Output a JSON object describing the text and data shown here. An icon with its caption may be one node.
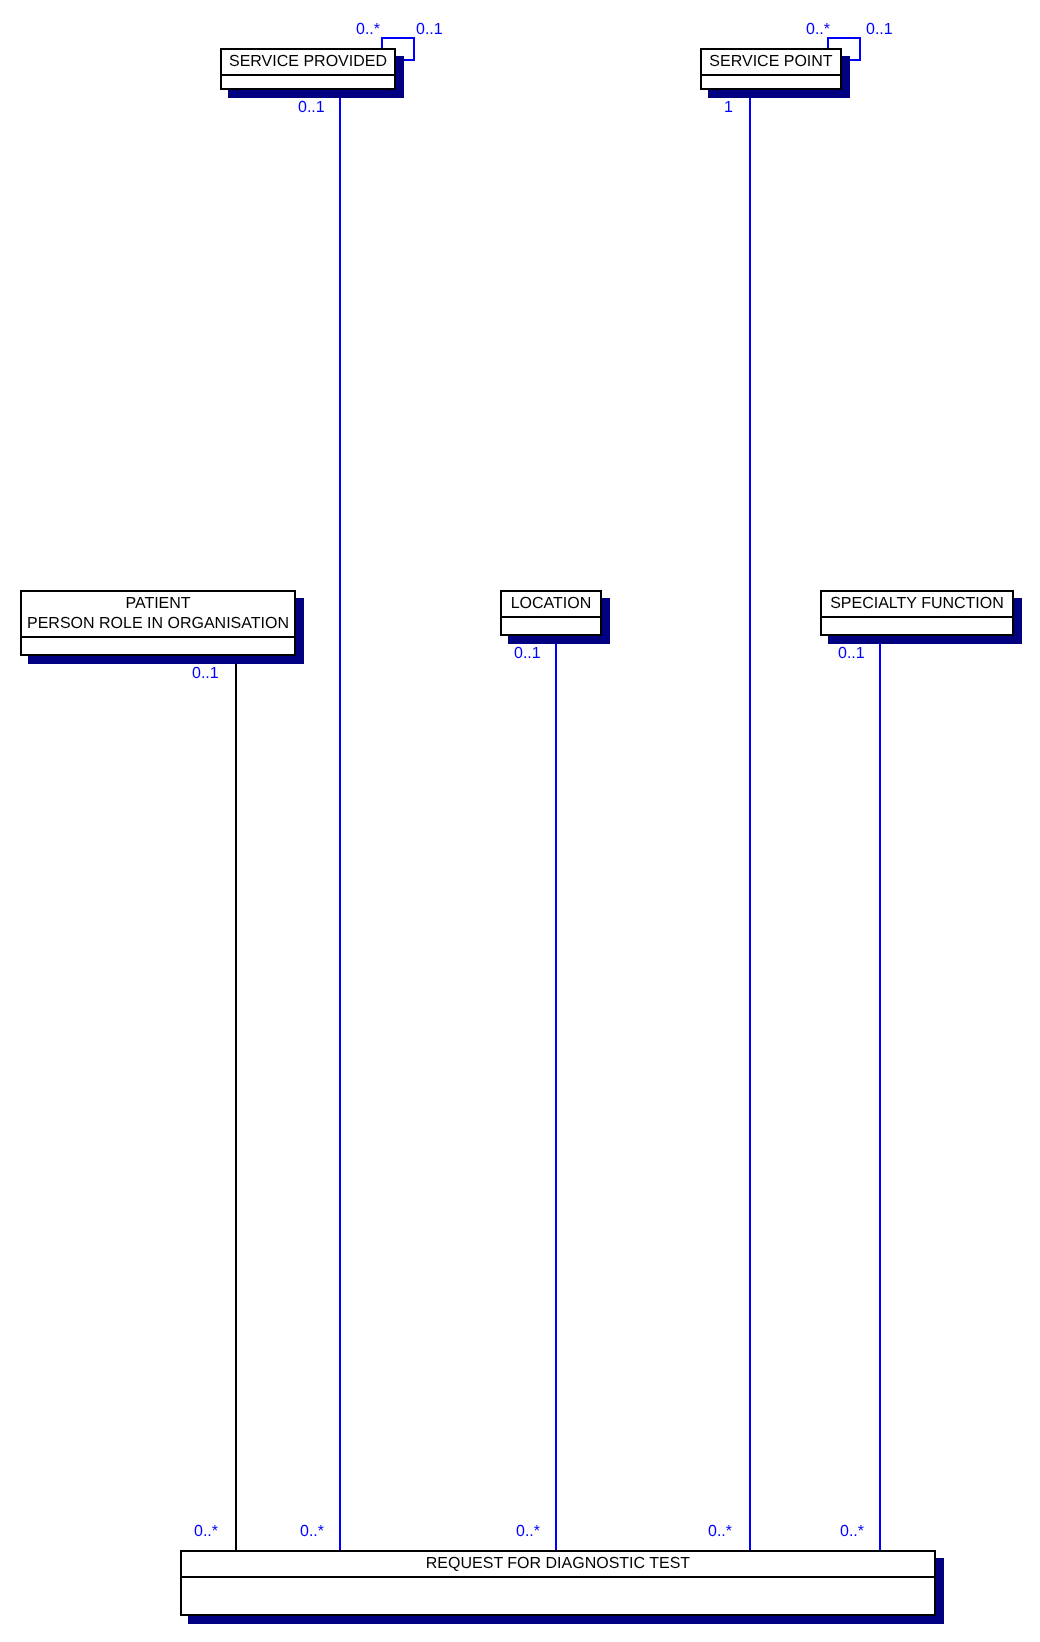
{
  "diagram": {
    "nodes": [
      {
        "text": [
          "SERVICE PROVIDED"
        ]
      },
      {
        "text": [
          "SERVICE POINT"
        ]
      },
      {
        "text": [
          "PATIENT",
          "PERSON ROLE IN ORGANISATION"
        ]
      },
      {
        "text": [
          "LOCATION"
        ]
      },
      {
        "text": [
          "SPECIALTY FUNCTION"
        ]
      },
      {
        "text": [
          "REQUEST FOR DIAGNOSTIC TEST"
        ]
      }
    ],
    "edges": [
      {
        "from": 0,
        "to": 0,
        "arrow": "none"
      },
      {
        "from": 1,
        "to": 1,
        "arrow": "none"
      },
      {
        "from": 0,
        "to": 5,
        "arrow": "none"
      },
      {
        "from": 1,
        "to": 5,
        "arrow": "none"
      },
      {
        "from": 2,
        "to": 5,
        "arrow": "none",
        "color": "#000000"
      },
      {
        "from": 3,
        "to": 5,
        "arrow": "none"
      },
      {
        "from": 4,
        "to": 5,
        "arrow": "none"
      }
    ],
    "labels": [
      "0..*",
      "0..1",
      "0..*",
      "0..1",
      "0..1",
      "1",
      "0..1",
      "0..1",
      "0..1",
      "0..*",
      "0..*",
      "0..*",
      "0..*",
      "0..*"
    ]
  }
}
